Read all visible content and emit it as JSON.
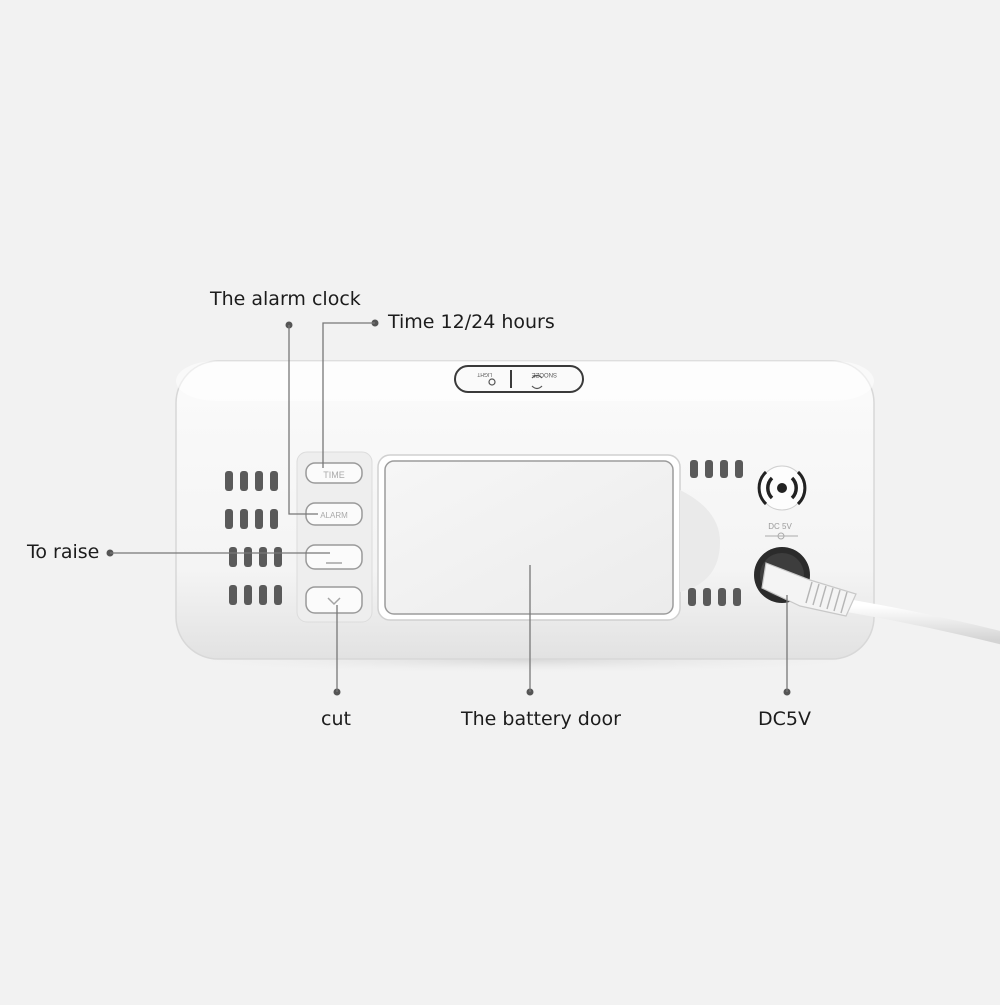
{
  "callouts": {
    "alarm_clock": "The alarm clock",
    "time_format": "Time 12/24 hours",
    "raise": "To raise",
    "cut": "cut",
    "battery_door": "The battery door",
    "dc_input": "DC5V"
  },
  "device_markings": {
    "button_time": "TIME",
    "button_alarm": "ALARM",
    "snooze": "SNOOZE",
    "light": "LIGHT",
    "dc_jack": "DC 5V"
  },
  "colors": {
    "background": "#f2f2f2",
    "device_body": "#f7f7f7",
    "vent_slot": "#555555",
    "leader_line": "#777777"
  }
}
